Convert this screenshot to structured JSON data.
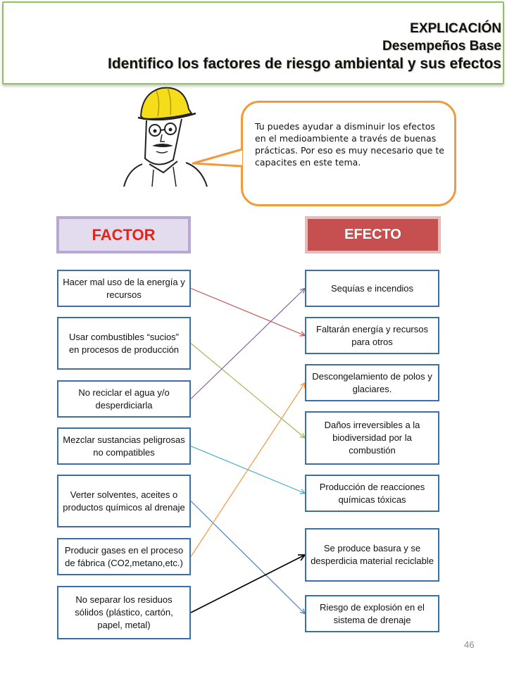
{
  "header": {
    "line1": "EXPLICACIÓN",
    "line2": "Desempeños Base",
    "line3": "Identifico los factores de riesgo  ambiental y sus efectos"
  },
  "bubble": {
    "text": "Tu puedes ayudar a disminuir los efectos en el medioambiente a través de buenas prácticas. Por eso es muy necesario que te capacites en este tema."
  },
  "columns": {
    "factor_label": "FACTOR",
    "efecto_label": "EFECTO"
  },
  "factors": [
    "Hacer mal uso de la energía y recursos",
    "Usar  combustibles “sucios” en procesos de producción",
    "No reciclar el agua y/o desperdiciarla",
    "Mezclar sustancias peligrosas no compatibles",
    "Verter solventes, aceites o productos químicos al drenaje",
    "Producir gases en el proceso de fábrica (CO2,metano,etc.)",
    "No separar los residuos sólidos (plástico, cartón, papel, metal)"
  ],
  "effects": [
    "Sequías e incendios",
    "Faltarán energía y recursos para otros",
    "Descongelamiento de polos y glaciares.",
    "Daños irreversibles  a la biodiversidad por la combustión",
    "Producción de reacciones químicas tóxicas",
    "Se produce basura y se desperdicia material reciclable",
    "Riesgo de explosión en el sistema de drenaje"
  ],
  "connections": [
    {
      "factor": 0,
      "effect": 1,
      "color": "#c0504d"
    },
    {
      "factor": 1,
      "effect": 3,
      "color": "#9bbb59"
    },
    {
      "factor": 2,
      "effect": 0,
      "color": "#8064a2"
    },
    {
      "factor": 3,
      "effect": 4,
      "color": "#4bacc6"
    },
    {
      "factor": 4,
      "effect": 6,
      "color": "#4f81bd"
    },
    {
      "factor": 5,
      "effect": 2,
      "color": "#f79646"
    },
    {
      "factor": 6,
      "effect": 5,
      "color": "#000000"
    }
  ],
  "page_number": "46"
}
